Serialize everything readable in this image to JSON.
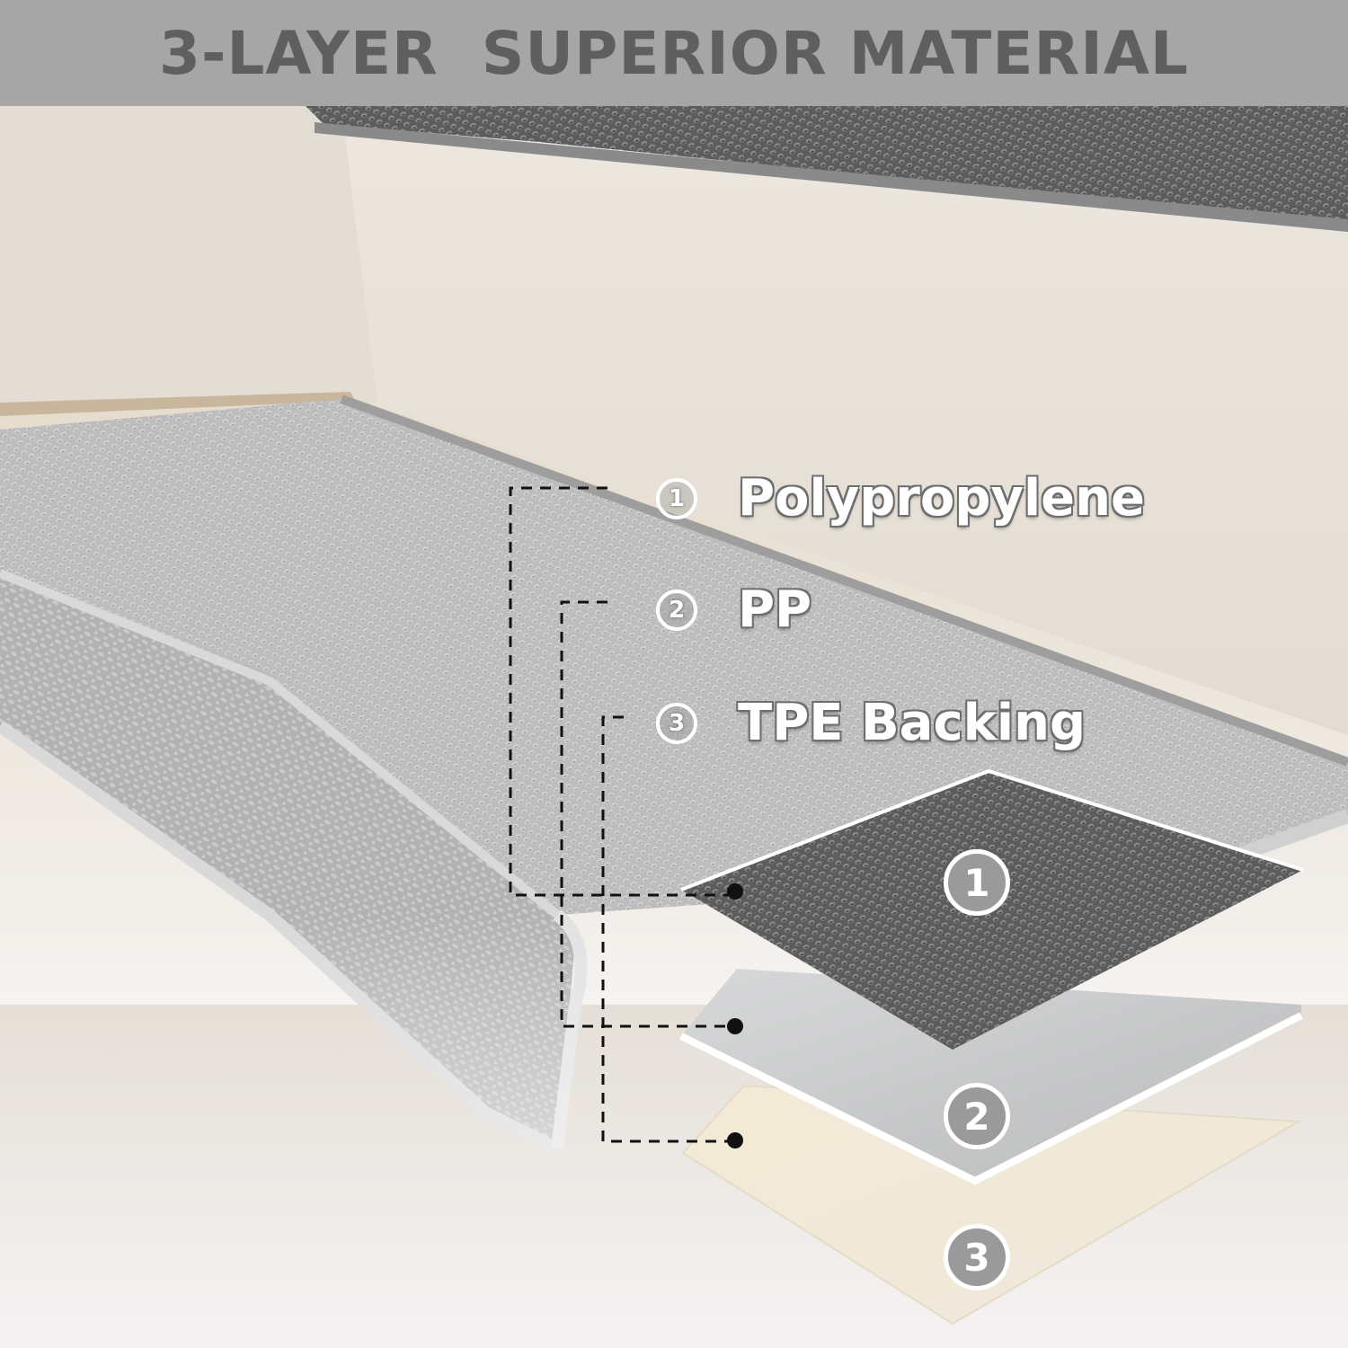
{
  "header": {
    "title": "3-LAYER  SUPERIOR MATERIAL"
  },
  "legend": [
    {
      "number": "1",
      "label": "Polypropylene"
    },
    {
      "number": "2",
      "label": "PP"
    },
    {
      "number": "3",
      "label": "TPE Backing"
    }
  ],
  "layers": [
    {
      "number": "1",
      "color": "#6f6f6f"
    },
    {
      "number": "2",
      "color": "#c9cacb"
    },
    {
      "number": "3",
      "color": "#efe7d4"
    }
  ],
  "colors": {
    "header_bg": "#a6a6a6",
    "header_text": "#5f5f5f",
    "carpet": "#b9b9b9"
  }
}
